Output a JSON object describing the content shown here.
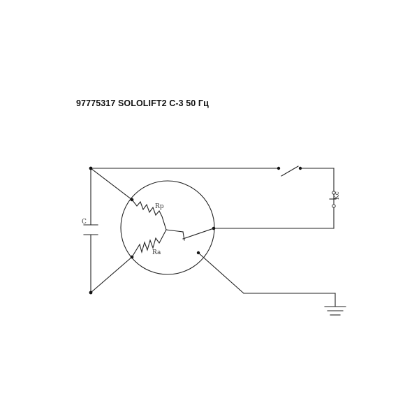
{
  "title": "97775317 SOLOLIFT2 C-3 50 Гц",
  "labels": {
    "capacitor": "C",
    "run_winding": "Rp",
    "aux_winding": "Ra",
    "thermal_switch": "Kc"
  }
}
